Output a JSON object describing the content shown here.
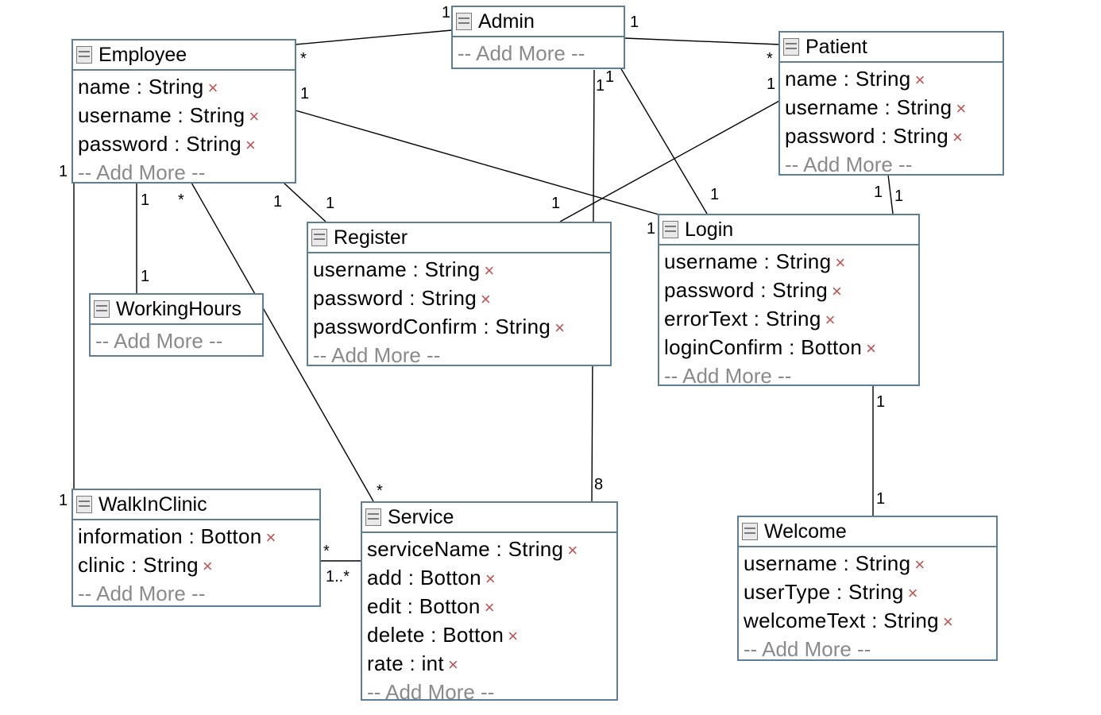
{
  "add_more_label": "-- Add More --",
  "delete_glyph": "×",
  "colors": {
    "border": "#5b7f99",
    "delete": "#c0504d",
    "placeholder": "#8a8a8a"
  },
  "classes": {
    "admin": {
      "name": "Admin",
      "attributes": []
    },
    "employee": {
      "name": "Employee",
      "attributes": [
        {
          "name": "name",
          "type": "String"
        },
        {
          "name": "username",
          "type": "String"
        },
        {
          "name": "password",
          "type": "String"
        }
      ]
    },
    "patient": {
      "name": "Patient",
      "attributes": [
        {
          "name": "name",
          "type": "String"
        },
        {
          "name": "username",
          "type": "String"
        },
        {
          "name": "password",
          "type": "String"
        }
      ]
    },
    "register": {
      "name": "Register",
      "attributes": [
        {
          "name": "username",
          "type": "String"
        },
        {
          "name": "password",
          "type": "String"
        },
        {
          "name": "passwordConfirm",
          "type": "String"
        }
      ]
    },
    "login": {
      "name": "Login",
      "attributes": [
        {
          "name": "username",
          "type": "String"
        },
        {
          "name": "password",
          "type": "String"
        },
        {
          "name": "errorText",
          "type": "String"
        },
        {
          "name": "loginConfirm",
          "type": "Botton"
        }
      ]
    },
    "workinghours": {
      "name": "WorkingHours",
      "attributes": []
    },
    "walkinclinic": {
      "name": "WalkInClinic",
      "attributes": [
        {
          "name": "information",
          "type": "Botton"
        },
        {
          "name": "clinic",
          "type": "String"
        }
      ]
    },
    "service": {
      "name": "Service",
      "attributes": [
        {
          "name": "serviceName",
          "type": "String"
        },
        {
          "name": "add",
          "type": "Botton"
        },
        {
          "name": "edit",
          "type": "Botton"
        },
        {
          "name": "delete",
          "type": "Botton"
        },
        {
          "name": "rate",
          "type": "int"
        }
      ]
    },
    "welcome": {
      "name": "Welcome",
      "attributes": [
        {
          "name": "username",
          "type": "String"
        },
        {
          "name": "userType",
          "type": "String"
        },
        {
          "name": "welcomeText",
          "type": "String"
        }
      ]
    }
  },
  "multiplicities": {
    "admin_employee_admin": "1",
    "admin_employee_employee": "*",
    "admin_patient_admin": "1",
    "admin_patient_patient": "*",
    "admin_service_admin": "1",
    "admin_service_service": "8",
    "admin_login_admin": "1",
    "admin_login_login": "1",
    "employee_login_employee": "1",
    "employee_login_login": "1",
    "employee_walkin_employee": "1",
    "employee_walkin_walkin": "1",
    "employee_hours_employee": "1",
    "employee_hours_hours": "1",
    "employee_service_employee": "*",
    "employee_service_service": "*",
    "employee_register_employee": "1",
    "employee_register_register": "1",
    "patient_register_patient": "1",
    "patient_register_register": "1",
    "patient_login_patient": "1",
    "patient_login_login": "1",
    "walkin_service_walkin": "*",
    "walkin_service_service": "1..*",
    "login_welcome_login": "1",
    "login_welcome_welcome": "1"
  }
}
